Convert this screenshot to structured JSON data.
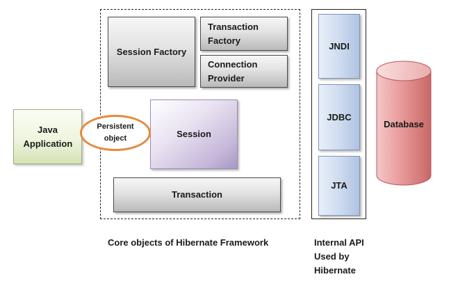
{
  "diagram": {
    "java_application": "Java Application",
    "persistent_object": "Persistent object",
    "session_factory": "Session Factory",
    "transaction_factory": "Transaction Factory",
    "connection_provider": "Connection Provider",
    "session": "Session",
    "transaction": "Transaction",
    "jndi": "JNDI",
    "jdbc": "JDBC",
    "jta": "JTA",
    "database": "Database",
    "core_caption": "Core objects of Hibernate Framework",
    "api_caption_line1": "Internal API",
    "api_caption_line2": "Used by",
    "api_caption_line3": "Hibernate"
  },
  "colors": {
    "java_box": "#eef4de",
    "session_box": "#c4b6d8",
    "gray_box": "#d0d0d0",
    "api_box": "#ccdaef",
    "ellipse_border": "#e48a3c",
    "database": "#e89a9a"
  }
}
